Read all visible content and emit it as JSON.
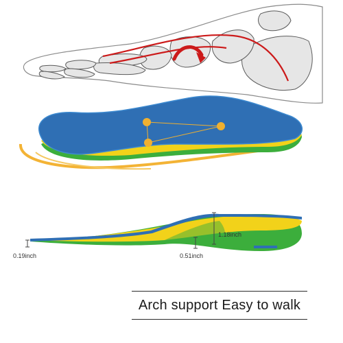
{
  "dimensions": {
    "heel_thickness": "0.19inch",
    "mid_thickness": "0.51inch",
    "arch_height": "1.18inch"
  },
  "caption": "Arch support Easy to walk",
  "colors": {
    "insole_top": "#2f6fb4",
    "insole_edge": "#3d8ad0",
    "cushion_yellow": "#f2d21a",
    "cushion_green": "#3cae3c",
    "pressure_point": "#f0b030",
    "arch_highlight": "#cc1a1a",
    "swoosh": "#f3b335"
  }
}
